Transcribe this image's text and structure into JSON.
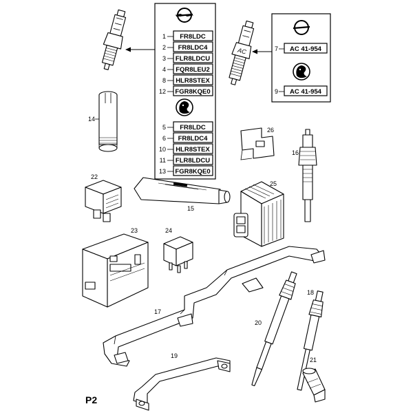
{
  "page_label": "P2",
  "colors": {
    "ink": "#000000",
    "paper": "#ffffff"
  },
  "table_left": {
    "logo_top": "opel-logo",
    "logo_bottom": "vauxhall-griffin-logo",
    "group_a": [
      {
        "num": "1",
        "code": "FR8LDC"
      },
      {
        "num": "2",
        "code": "FR8LDC4"
      },
      {
        "num": "3",
        "code": "FLR8LDCU"
      },
      {
        "num": "4",
        "code": "FQR8LEU2"
      },
      {
        "num": "8",
        "code": "HLR8STEX"
      },
      {
        "num": "12",
        "code": "FGR8KQE0"
      }
    ],
    "group_b": [
      {
        "num": "5",
        "code": "FR8LDC"
      },
      {
        "num": "6",
        "code": "FR8LDC4"
      },
      {
        "num": "10",
        "code": "HLR8STEX"
      },
      {
        "num": "11",
        "code": "FLR8LDCU"
      },
      {
        "num": "13",
        "code": "FGR8KQE0"
      }
    ]
  },
  "table_right": {
    "row_top": {
      "num": "7",
      "code": "AC 41-954"
    },
    "row_bottom": {
      "num": "9",
      "code": "AC 41-954"
    }
  },
  "plug_marking": "AC",
  "part_numbers": {
    "p14": "14",
    "p15": "15",
    "p16": "16",
    "p17": "17",
    "p18": "18",
    "p19": "19",
    "p20": "20",
    "p21": "21",
    "p22": "22",
    "p23": "23",
    "p24": "24",
    "p25": "25",
    "p26": "26"
  }
}
